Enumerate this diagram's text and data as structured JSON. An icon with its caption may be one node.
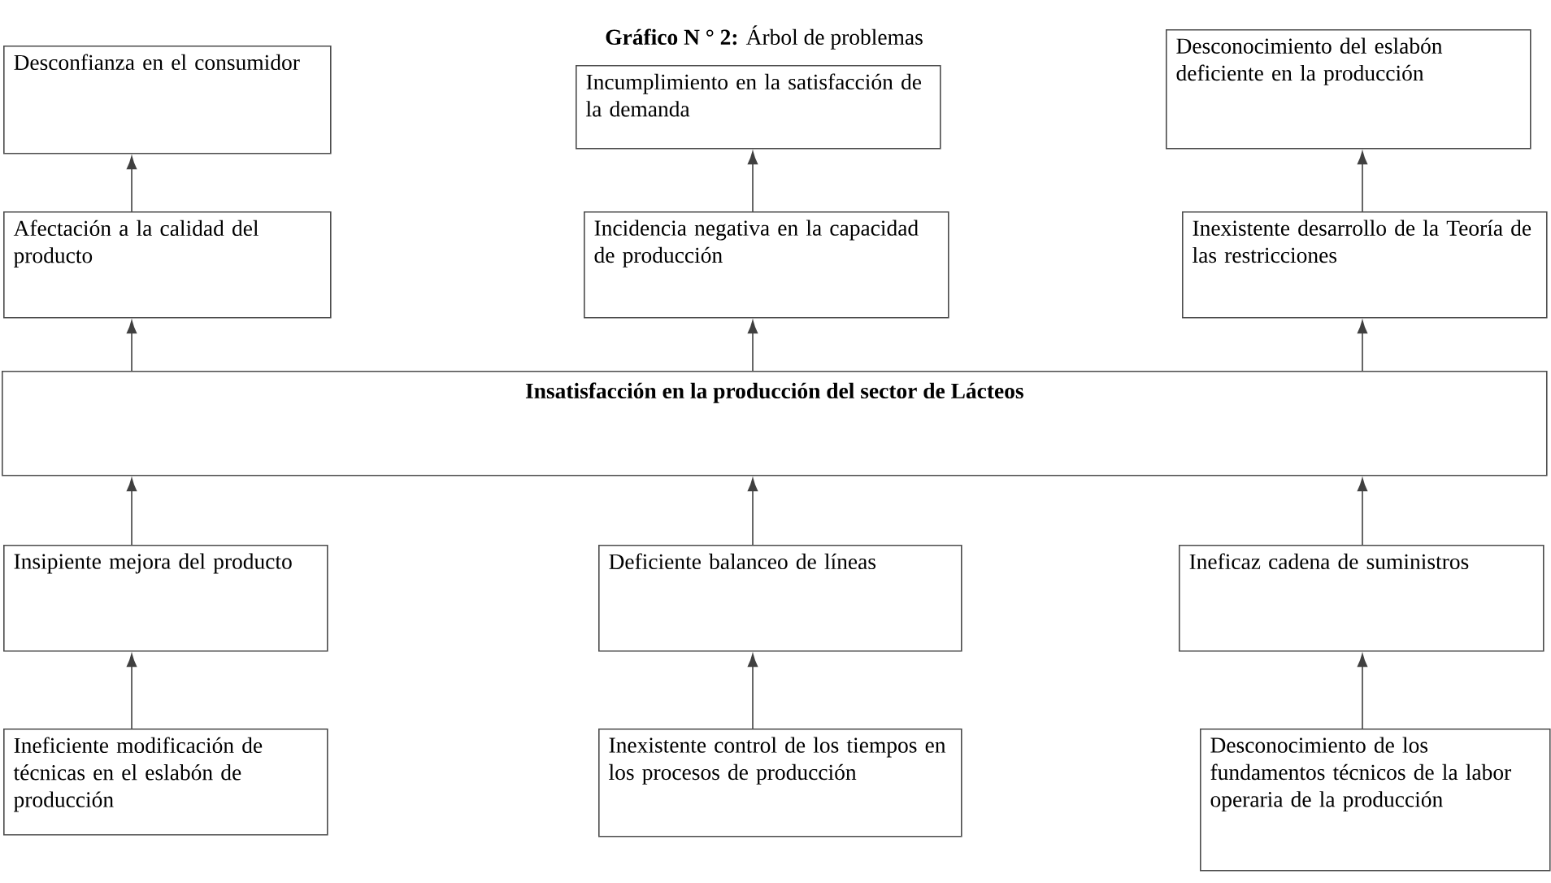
{
  "diagram": {
    "title": "**Gráfico N ° 2:** Árbol de problemas",
    "nodes": [
      {
        "text": [
          "Desconfianza en el consumidor"
        ]
      },
      {
        "text": [
          "Incumplimiento en la satisfacción de la demanda"
        ]
      },
      {
        "text": [
          "Desconocimiento del eslabón deficiente en la producción"
        ]
      },
      {
        "text": [
          "Afectación a la calidad del producto"
        ]
      },
      {
        "text": [
          "Incidencia negativa en la capacidad de producción"
        ]
      },
      {
        "text": [
          "Inexistente desarrollo de la Teoría de las restricciones"
        ]
      },
      {
        "text": [
          "Insatisfacción en la producción del sector de Lácteos"
        ]
      },
      {
        "text": [
          "Insipiente mejora del producto"
        ]
      },
      {
        "text": [
          "Deficiente balanceo de líneas"
        ]
      },
      {
        "text": [
          "Ineficaz cadena de suministros"
        ]
      },
      {
        "text": [
          "Ineficiente modificación de técnicas en el eslabón de producción"
        ]
      },
      {
        "text": [
          "Inexistente control de los tiempos en los procesos de producción"
        ]
      },
      {
        "text": [
          "Desconocimiento de los fundamentos técnicos de la labor operaria de la producción"
        ]
      }
    ],
    "edges": [
      {
        "from": 3,
        "to": 0,
        "arrow": "to"
      },
      {
        "from": 4,
        "to": 1,
        "arrow": "to"
      },
      {
        "from": 5,
        "to": 2,
        "arrow": "to"
      },
      {
        "from": 6,
        "to": 3,
        "arrow": "to"
      },
      {
        "from": 6,
        "to": 4,
        "arrow": "to"
      },
      {
        "from": 6,
        "to": 5,
        "arrow": "to"
      },
      {
        "from": 7,
        "to": 6,
        "arrow": "to"
      },
      {
        "from": 8,
        "to": 6,
        "arrow": "to"
      },
      {
        "from": 9,
        "to": 6,
        "arrow": "to"
      },
      {
        "from": 10,
        "to": 7,
        "arrow": "to"
      },
      {
        "from": 11,
        "to": 8,
        "arrow": "to"
      },
      {
        "from": 12,
        "to": 9,
        "arrow": "to"
      }
    ]
  }
}
